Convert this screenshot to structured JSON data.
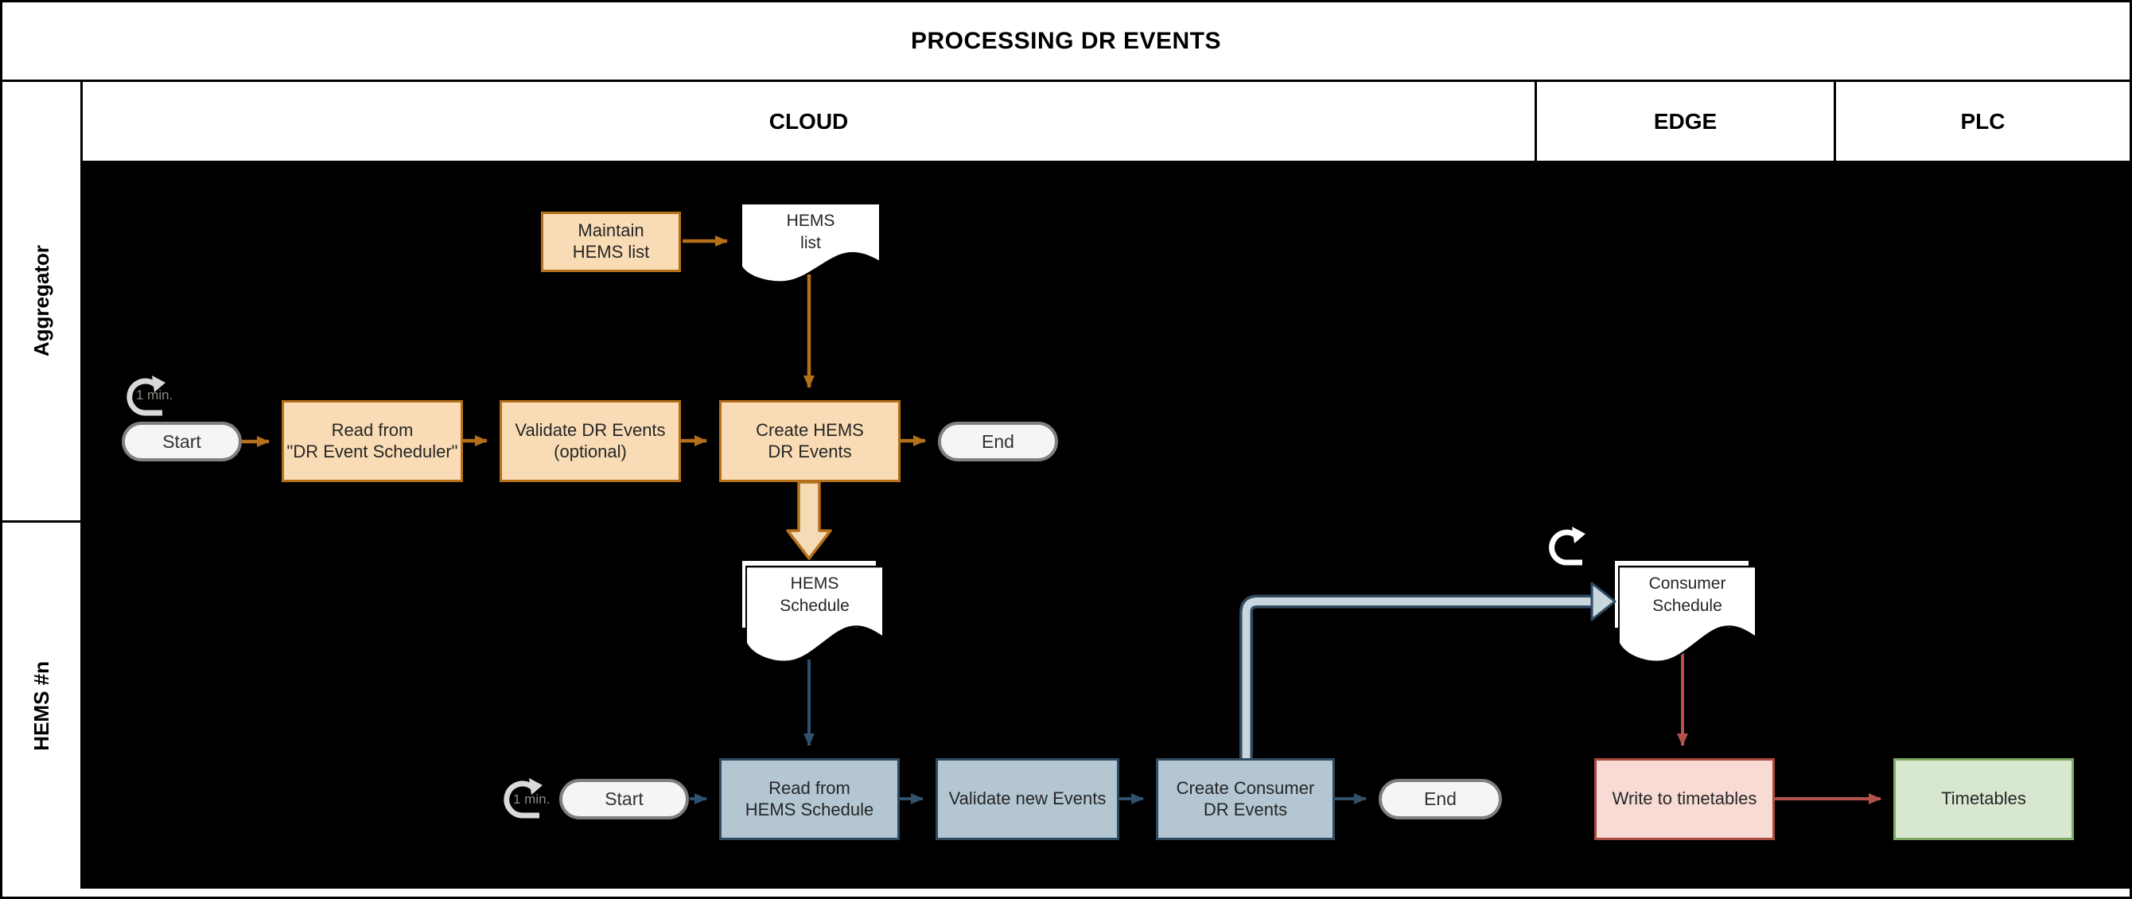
{
  "title": "PROCESSING DR EVENTS",
  "columns": {
    "cloud": "CLOUD",
    "edge": "EDGE",
    "plc": "PLC"
  },
  "lanes": {
    "aggregator": "Aggregator",
    "hems": "HEMS #n"
  },
  "timers": {
    "aggregator": "1 min.",
    "hems": "1 min."
  },
  "nodes": {
    "maintain": {
      "l1": "Maintain",
      "l2": "HEMS list"
    },
    "hems_list": {
      "l1": "HEMS",
      "l2": "list"
    },
    "start_agg": "Start",
    "read_scheduler": {
      "l1": "Read from",
      "l2": "\"DR Event Scheduler\""
    },
    "validate_dr": {
      "l1": "Validate DR Events",
      "l2": "(optional)"
    },
    "create_hems": {
      "l1": "Create HEMS",
      "l2": "DR Events"
    },
    "end_agg": "End",
    "hems_schedule": {
      "l1": "HEMS",
      "l2": "Schedule"
    },
    "start_hems": "Start",
    "read_hems": {
      "l1": "Read from",
      "l2": "HEMS Schedule"
    },
    "validate_new": "Validate new Events",
    "create_consumer": {
      "l1": "Create Consumer",
      "l2": "DR Events"
    },
    "end_hems": "End",
    "consumer_schedule": {
      "l1": "Consumer",
      "l2": "Schedule"
    },
    "write_timetables": "Write to timetables",
    "timetables": "Timetables"
  },
  "colors": {
    "canvas_bg": "#000000",
    "orange_fill": "#F9DCB5",
    "orange_border": "#B5701B",
    "orange_arrow": "#B5701B",
    "blue_fill": "#B3C6D2",
    "blue_border": "#2E4A60",
    "blue_arrow": "#31506B",
    "band_fill": "#C9D6DE",
    "red_arrow": "#B5524B",
    "pink_fill": "#F8DBD5",
    "pink_border": "#A84A3D",
    "green_fill": "#D8E8D0",
    "green_border": "#7FA863",
    "pill_fill": "#F5F5F5",
    "pill_border": "#7F7F7F",
    "timer_text": "#8F8A82",
    "timer_icon": "#D9D9D9"
  }
}
